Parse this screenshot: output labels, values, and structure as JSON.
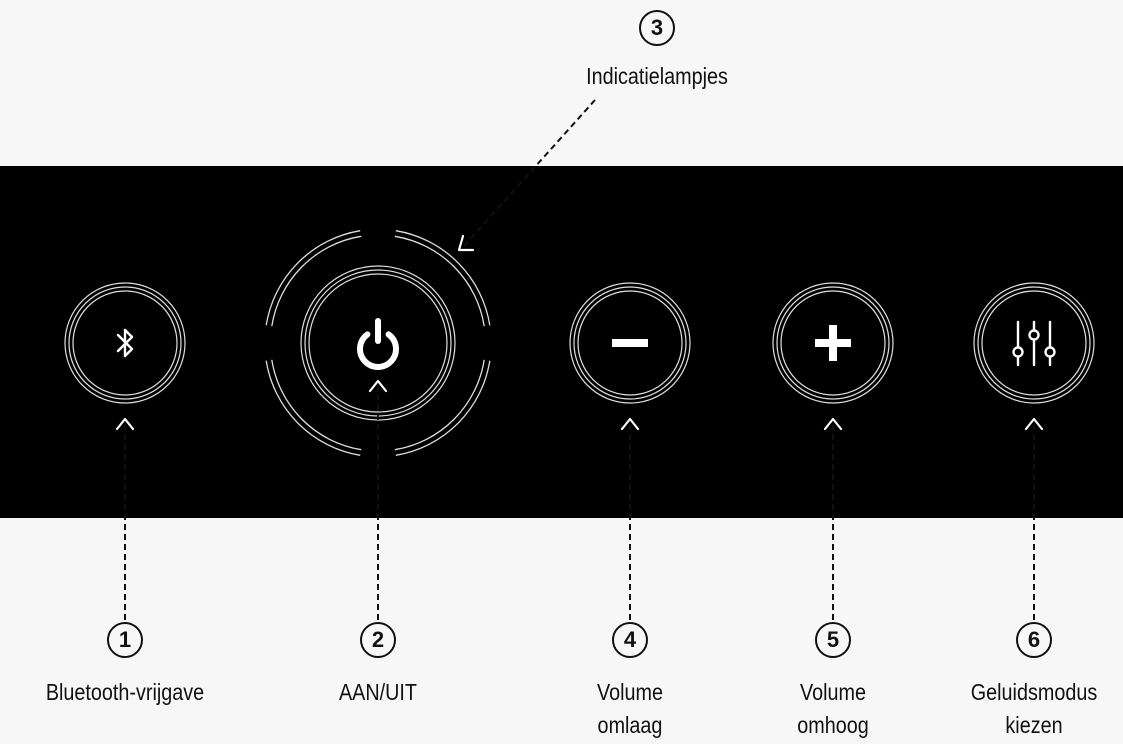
{
  "callouts": [
    {
      "number": "1",
      "label_lines": [
        "Bluetooth-vrijgave"
      ],
      "icon": "bluetooth-icon"
    },
    {
      "number": "2",
      "label_lines": [
        "AAN/UIT"
      ],
      "icon": "power-icon"
    },
    {
      "number": "3",
      "label_lines": [
        "Indicatielampjes"
      ],
      "icon": "indicator-lights-ring"
    },
    {
      "number": "4",
      "label_lines": [
        "Volume",
        "omlaag"
      ],
      "icon": "minus-icon"
    },
    {
      "number": "5",
      "label_lines": [
        "Volume",
        "omhoog"
      ],
      "icon": "plus-icon"
    },
    {
      "number": "6",
      "label_lines": [
        "Geluidsmodus",
        "kiezen"
      ],
      "icon": "equalizer-sliders-icon"
    }
  ],
  "colors": {
    "panel": "#000000",
    "background": "#f7f7f7",
    "line": "#111111",
    "ring": "#d9d9d9"
  }
}
